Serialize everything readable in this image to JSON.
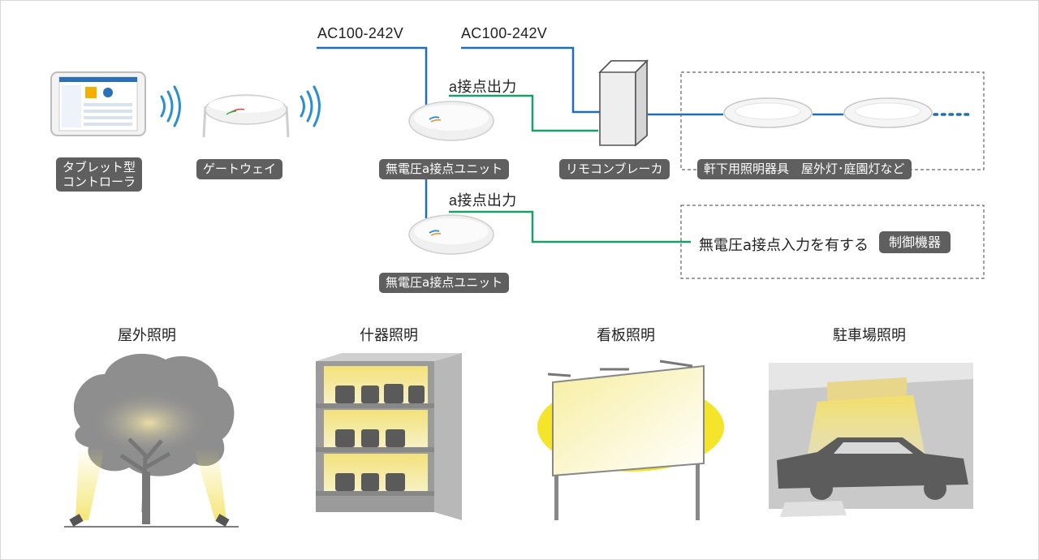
{
  "power": {
    "ac_left": "AC100-242V",
    "ac_right": "AC100-242V"
  },
  "outputs": {
    "top": "a接点出力",
    "bottom": "a接点出力"
  },
  "devices": {
    "tablet_line1": "タブレット型",
    "tablet_line2": "コントローラ",
    "gateway": "ゲートウェイ",
    "unit_top": "無電圧a接点ユニット",
    "unit_bottom": "無電圧a接点ユニット",
    "breaker": "リモコンブレーカ",
    "lights": "軒下用照明器具　屋外灯･庭園灯など",
    "control_text": "無電圧a接点入力を有する",
    "control_tag": "制御機器"
  },
  "scenes": {
    "outdoor": "屋外照明",
    "fixture": "什器照明",
    "sign": "看板照明",
    "parking": "駐車場照明"
  },
  "colors": {
    "power_line": "#1f6fb5",
    "signal_line": "#1a9e6a",
    "tag_bg": "#5f5f5f",
    "light_yellow": "#f4e46a"
  }
}
